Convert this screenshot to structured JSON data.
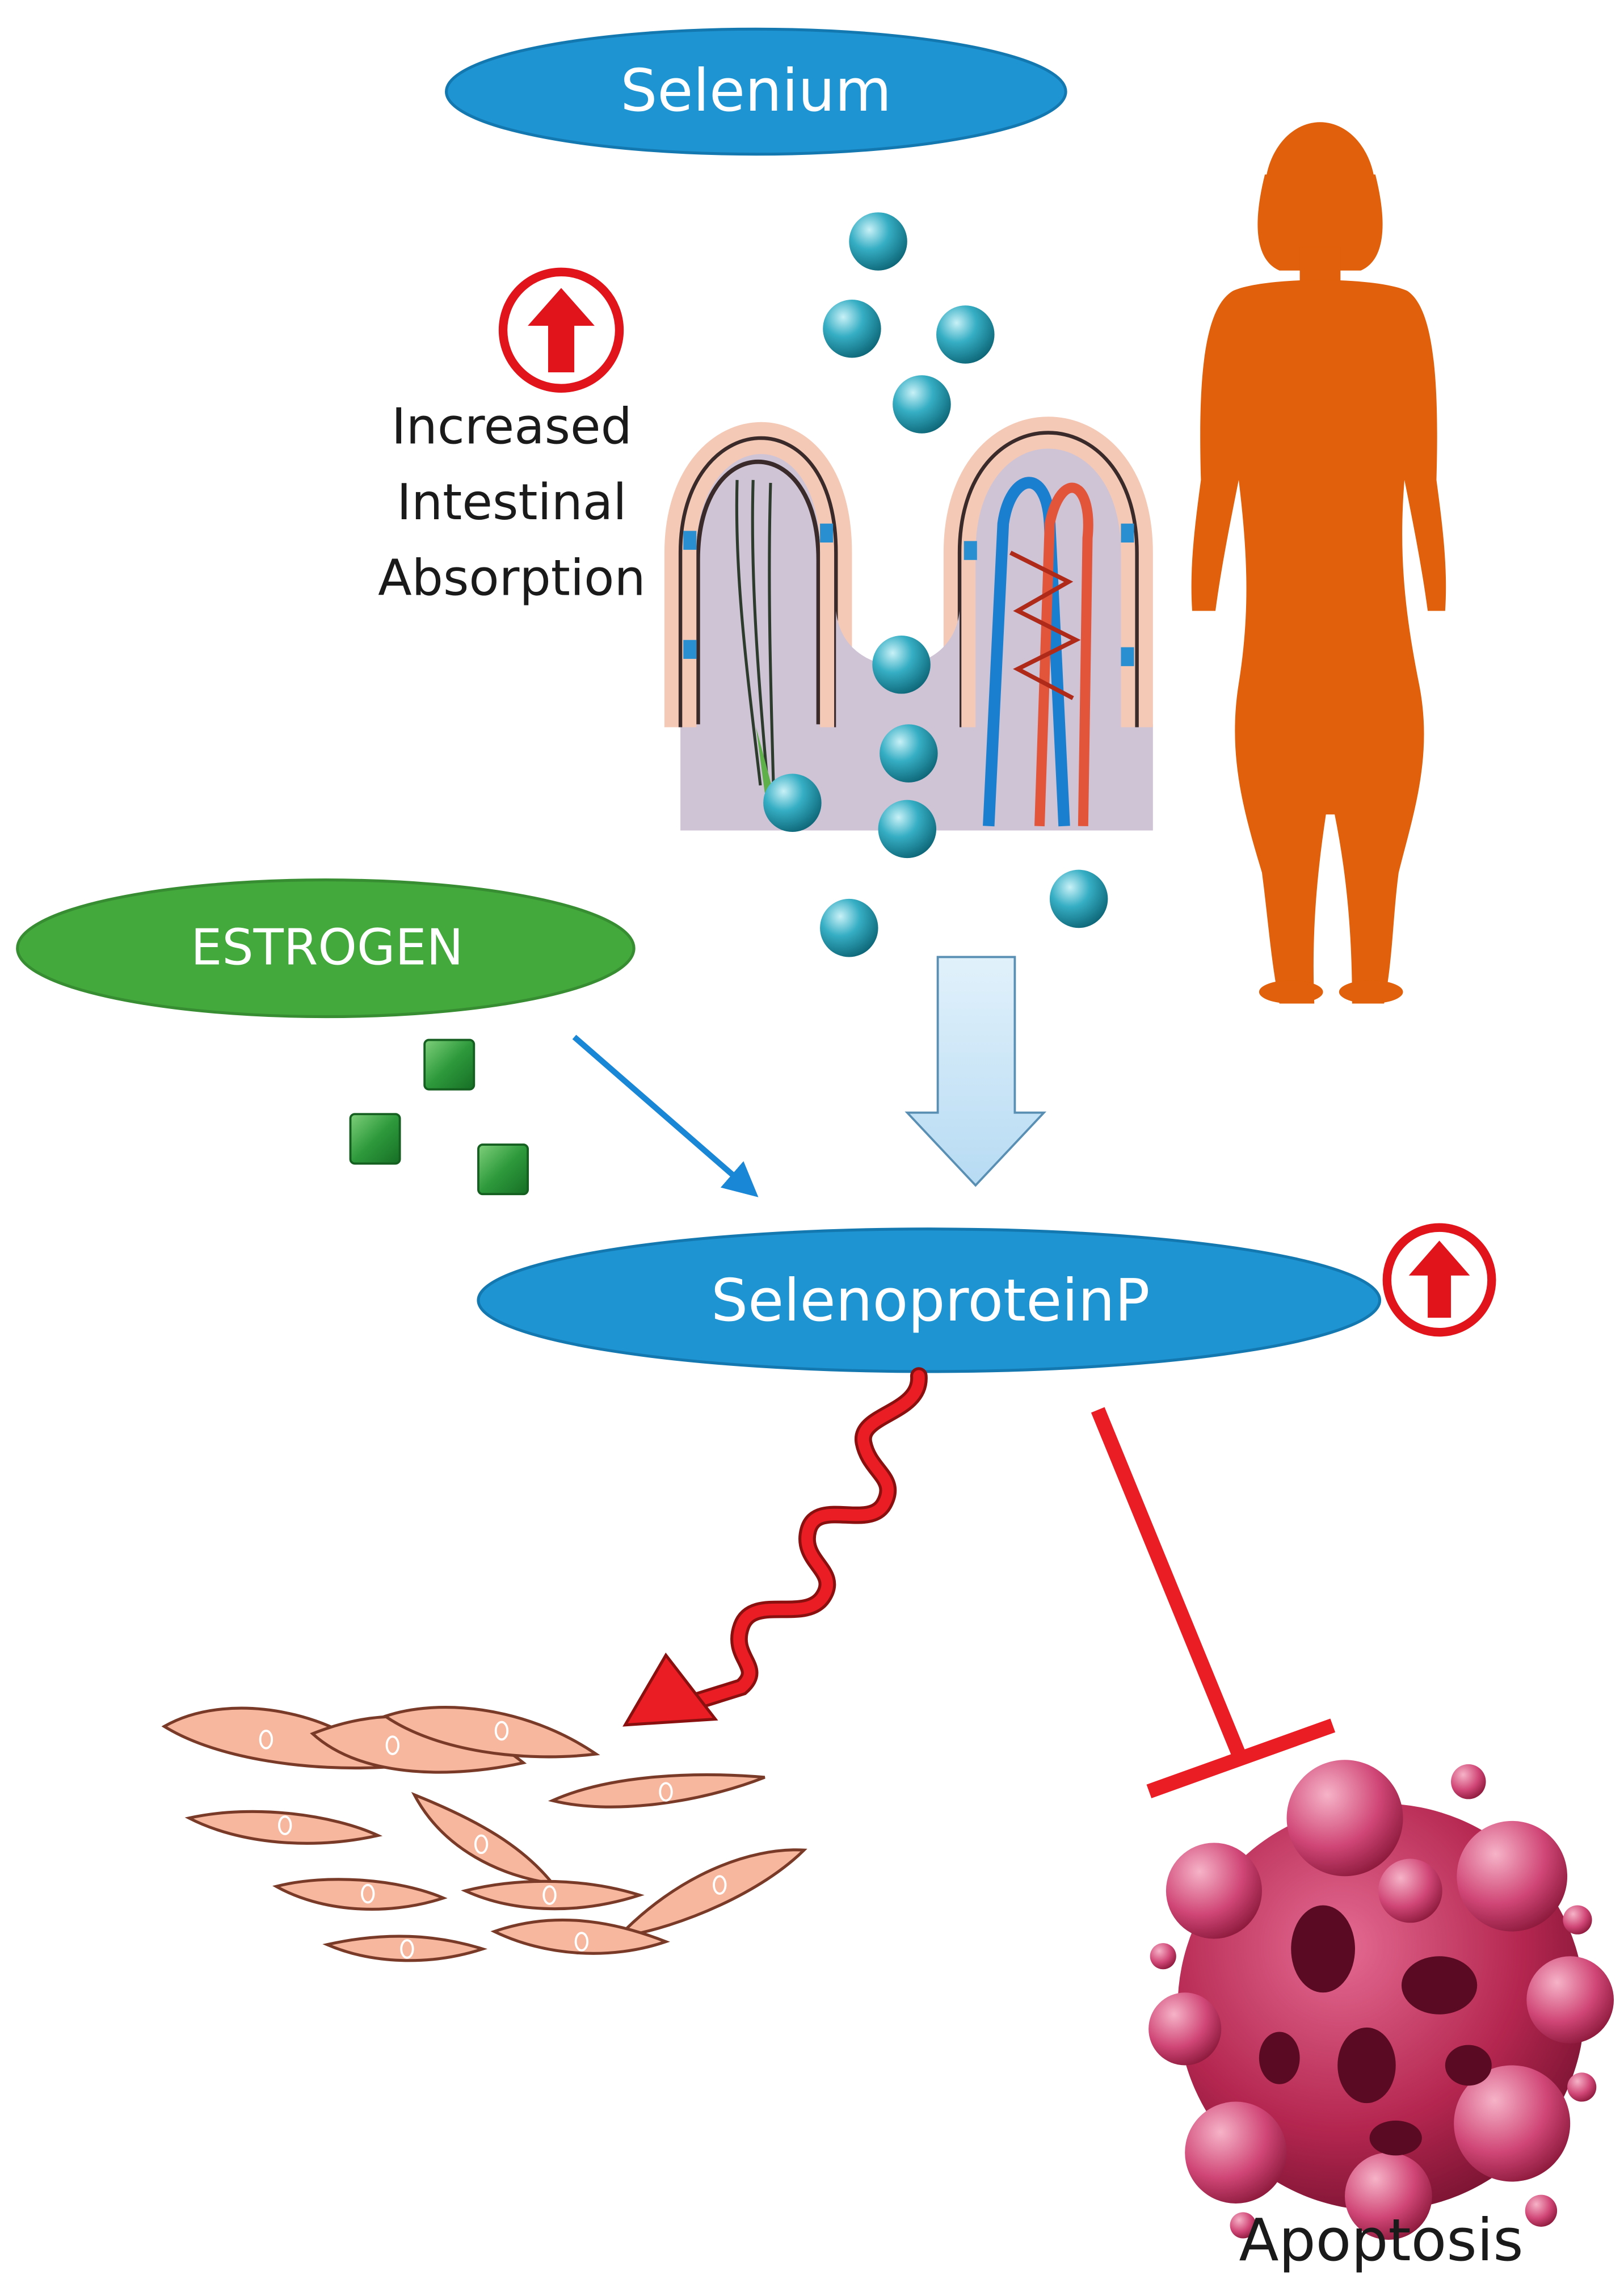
{
  "nodes": {
    "selenium": "Selenium",
    "increased_absorption": {
      "line1": "Increased",
      "line2": "Intestinal",
      "line3": "Absorption"
    },
    "estrogen": "ESTROGEN",
    "selenoprotein": "SelenoproteinP",
    "apoptosis": "Apoptosis"
  },
  "colors": {
    "blue_oval": "#1e94d2",
    "green_oval": "#43a93c",
    "human_silhouette": "#e0600b",
    "selenium_particle": "#2a9fb4",
    "estrogen_particle": "#2e9a3c",
    "up_indicator": "#e0141a",
    "cell": "#f7b79e",
    "apoptotic_cell": "#b4264f",
    "light_blue_arrow": "#c3e3f7",
    "blue_arrow": "#1a86d6",
    "red_connector": "#ea1c24"
  },
  "icons": [
    "up-arrow-icon",
    "human-silhouette-icon",
    "intestinal-villi-icon",
    "muscle-cells-icon",
    "apoptotic-cell-icon"
  ]
}
